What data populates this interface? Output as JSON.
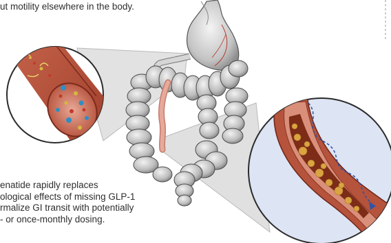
{
  "top_caption": "ut motility elsewhere in the body.",
  "bottom_caption": [
    "enatide rapidly replaces",
    "ological effects of missing GLP-1",
    "rmalize GI transit with potentially",
    "- or once-monthly dosing."
  ],
  "colors": {
    "organ_gray": "#c8c8c8",
    "tissue_red": "#b5533c",
    "lumen_pink": "#d98f7a",
    "pellet_gold": "#d9a441",
    "arrow_blue": "#2f55a8",
    "callout_fill": "#e3e3e3"
  },
  "icons": [
    "stomach-illustration",
    "colon-illustration",
    "vessel-magnified-circle",
    "intestine-magnified-circle",
    "transit-arrow"
  ]
}
